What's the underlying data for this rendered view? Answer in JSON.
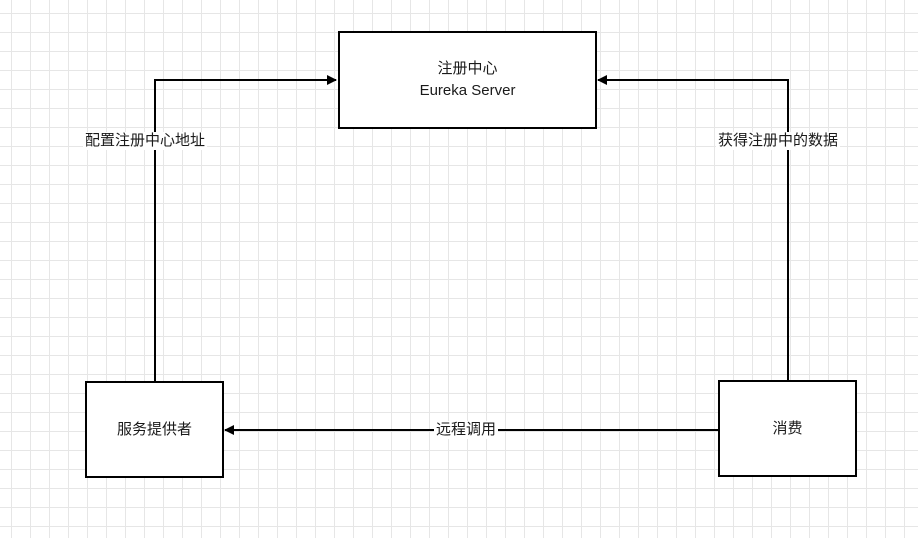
{
  "nodes": {
    "registry": {
      "line1": "注册中心",
      "line2": "Eureka Server"
    },
    "provider": {
      "label": "服务提供者"
    },
    "consumer": {
      "label": "消费"
    }
  },
  "edges": {
    "provider_to_registry": {
      "label": "配置注册中心地址"
    },
    "consumer_to_registry": {
      "label": "获得注册中的数据"
    },
    "consumer_to_provider": {
      "label": "远程调用"
    }
  },
  "colors": {
    "stroke": "#000000",
    "grid": "#e6e6e6",
    "background": "#ffffff",
    "text": "#1a1a1a"
  }
}
